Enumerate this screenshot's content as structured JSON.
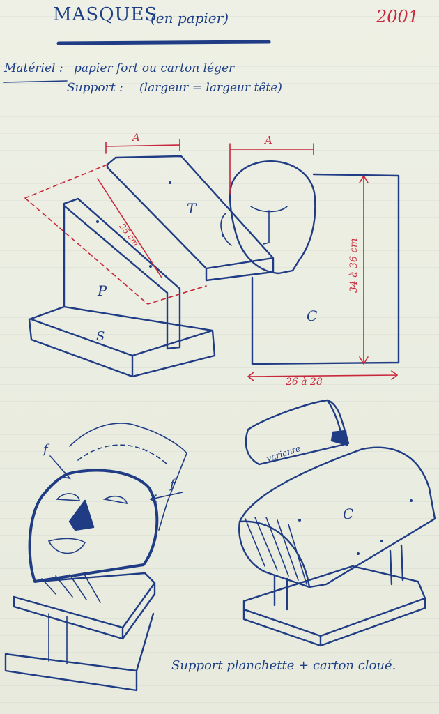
{
  "header": {
    "title": "MASQUES",
    "title_sub": "(en papier)",
    "number": "2001"
  },
  "materiel": {
    "label": "Matériel :",
    "text": "papier fort ou carton léger",
    "support_label": "Support :",
    "support_text": "(largeur = largeur tête)"
  },
  "diagram1": {
    "dim_a": "A",
    "dim_25": "25 cm",
    "label_t": "T",
    "label_p": "P",
    "label_s": "S"
  },
  "diagram2": {
    "dim_a": "A",
    "dim_height": "34 à 36 cm",
    "dim_width": "26 à 28",
    "label_c": "C"
  },
  "diagram3": {
    "label_f1": "f",
    "label_f2": "f"
  },
  "diagram4": {
    "label_variante": "variante",
    "label_c": "C"
  },
  "caption": "Support planchette + carton cloué.",
  "colors": {
    "ink_blue": "#1f3c85",
    "ink_red": "#c8283c",
    "paper": "#eef0e5"
  }
}
